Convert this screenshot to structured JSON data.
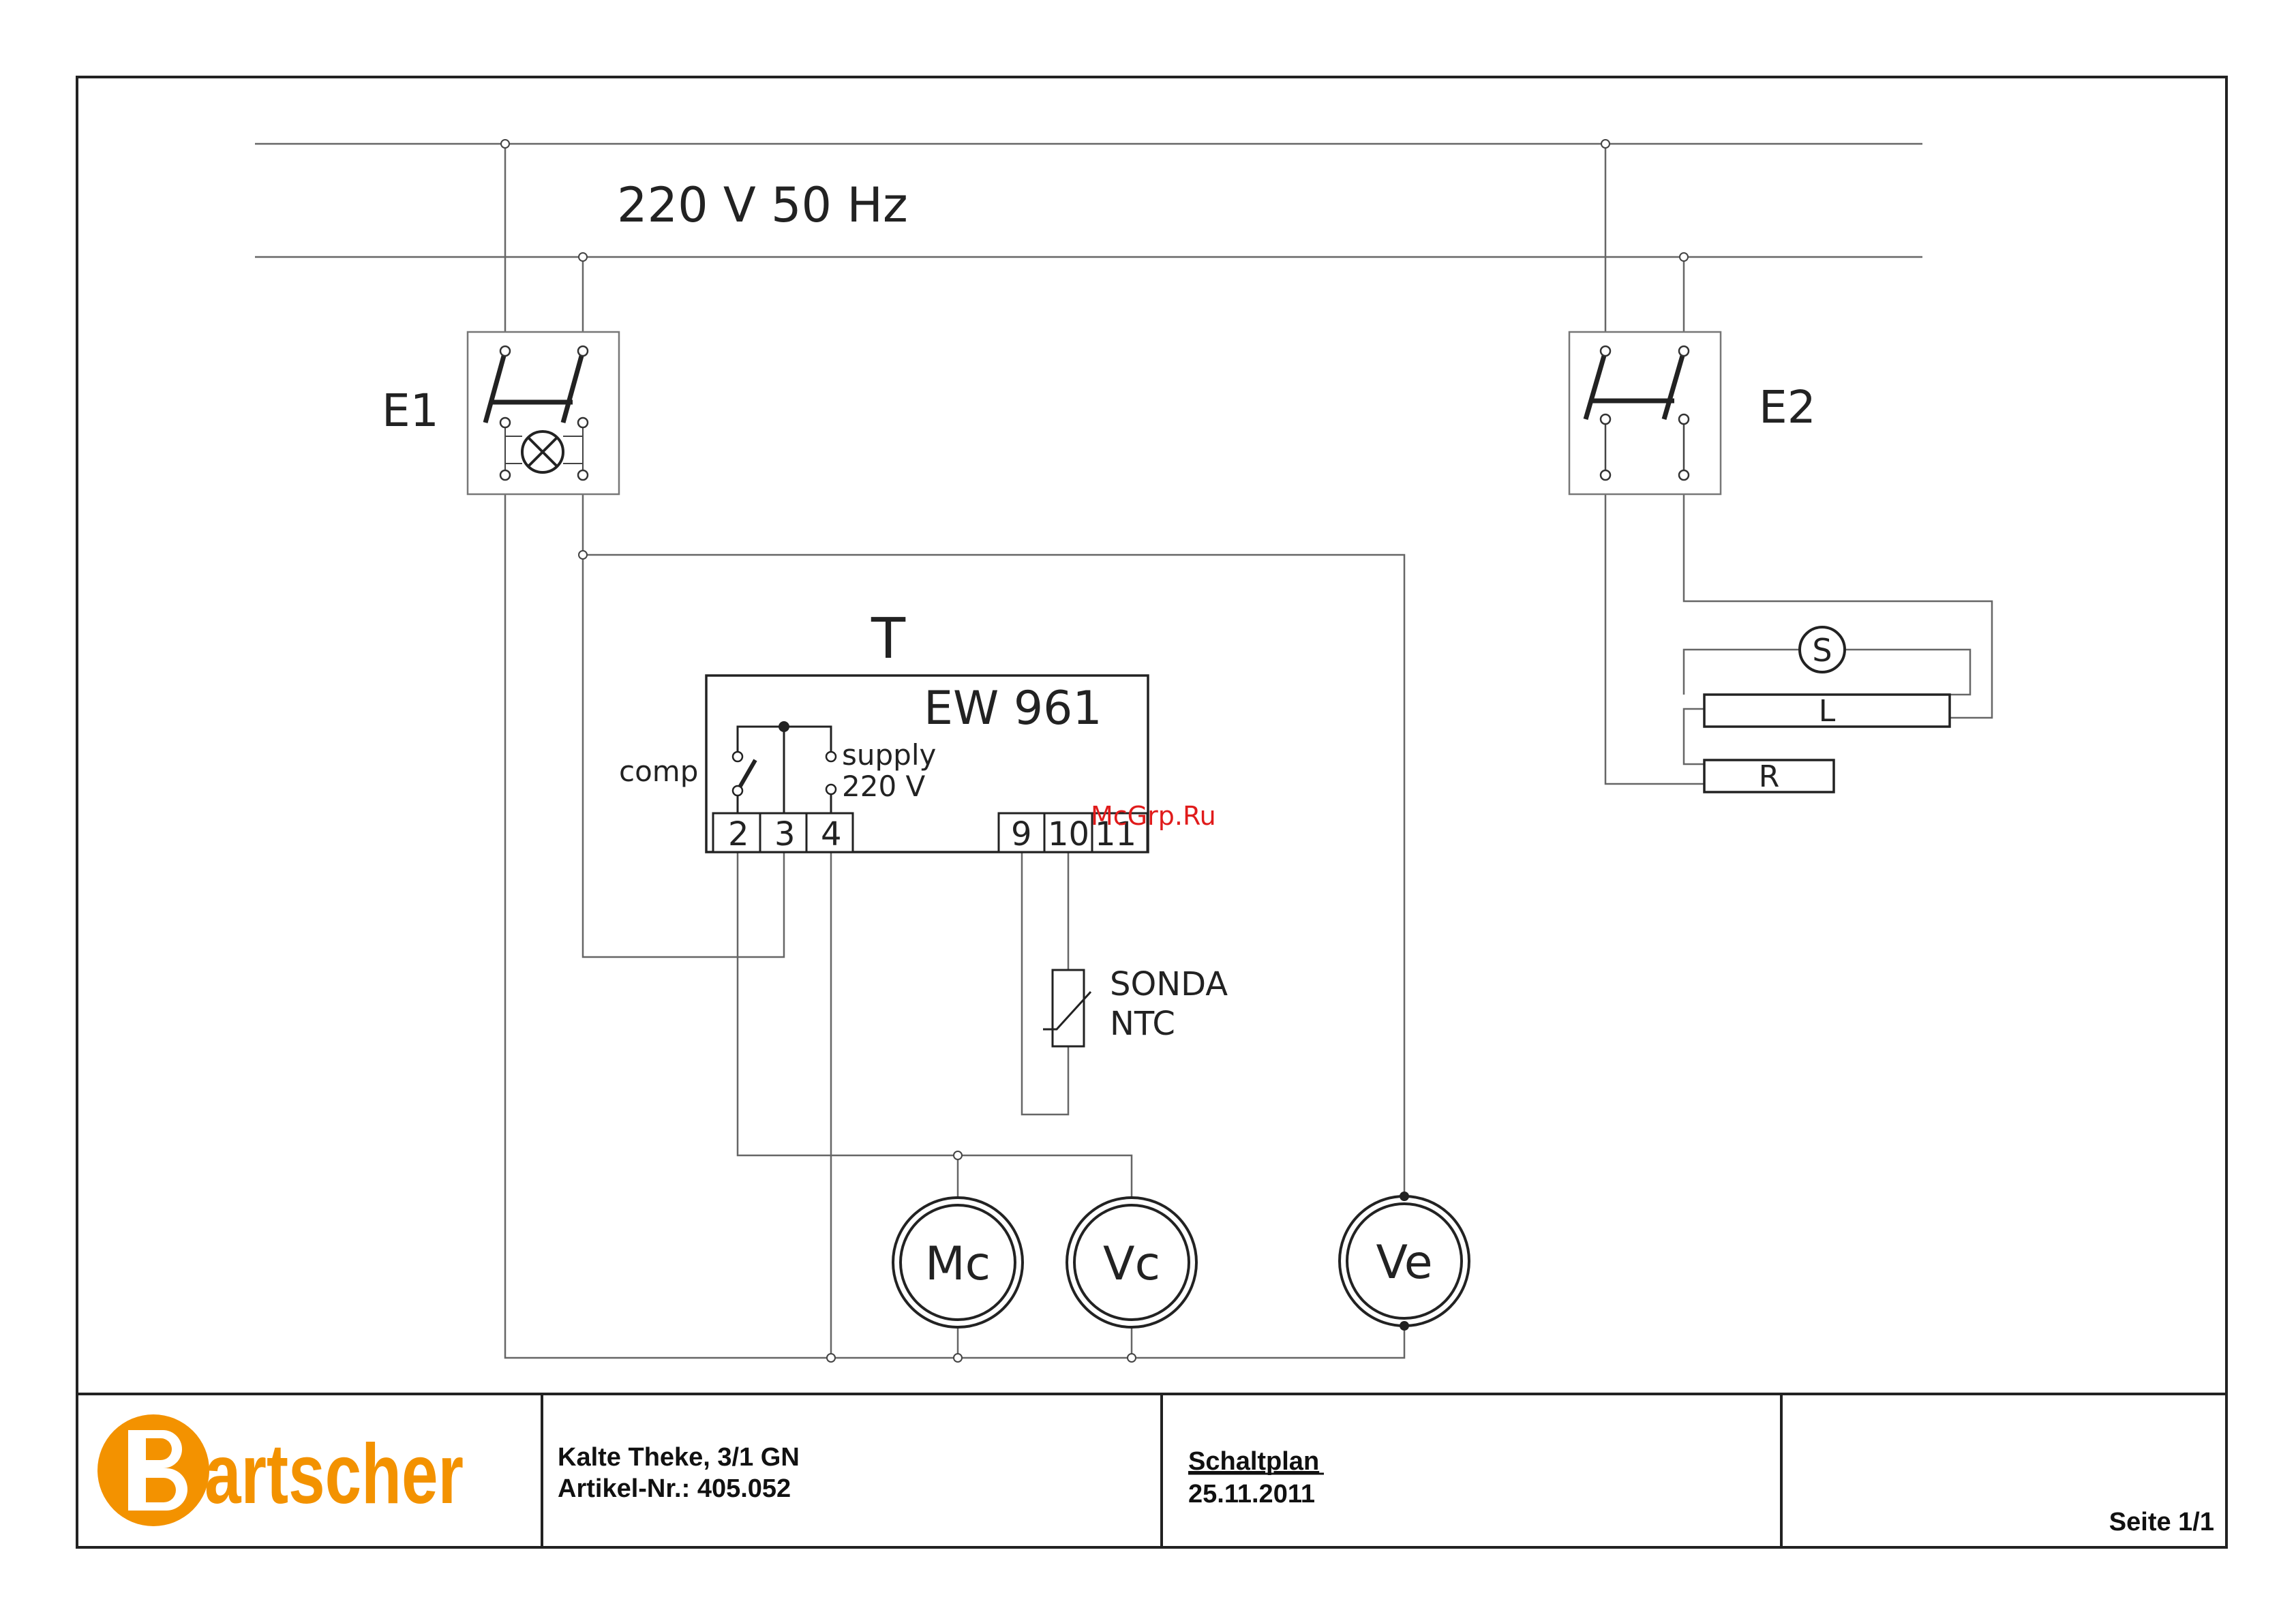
{
  "supply": {
    "label": "220 V 50 Hz"
  },
  "switches": {
    "e1": "E1",
    "e2": "E2"
  },
  "thermostat": {
    "letter": "T",
    "model": "EW 961",
    "comp": "comp",
    "supply": "supply",
    "supply_voltage": "220 V",
    "terminals": [
      "2",
      "3",
      "4",
      "9",
      "10",
      "11"
    ]
  },
  "probe": {
    "line1": "SONDA",
    "line2": "NTC"
  },
  "loads": {
    "s": "S",
    "l": "L",
    "r": "R"
  },
  "motors": {
    "mc": "Mc",
    "vc": "Vc",
    "ve": "Ve"
  },
  "watermark": "McGrp.Ru",
  "title_block": {
    "brand": "Bartscher",
    "product": "Kalte Theke, 3/1 GN",
    "article": "Artikel-Nr.: 405.052",
    "doc_type": "Schaltplan",
    "date": "25.11.2011",
    "page": "Seite 1/1"
  },
  "colors": {
    "brand": "#f39200",
    "watermark": "#e01b1b",
    "line": "#555555"
  }
}
